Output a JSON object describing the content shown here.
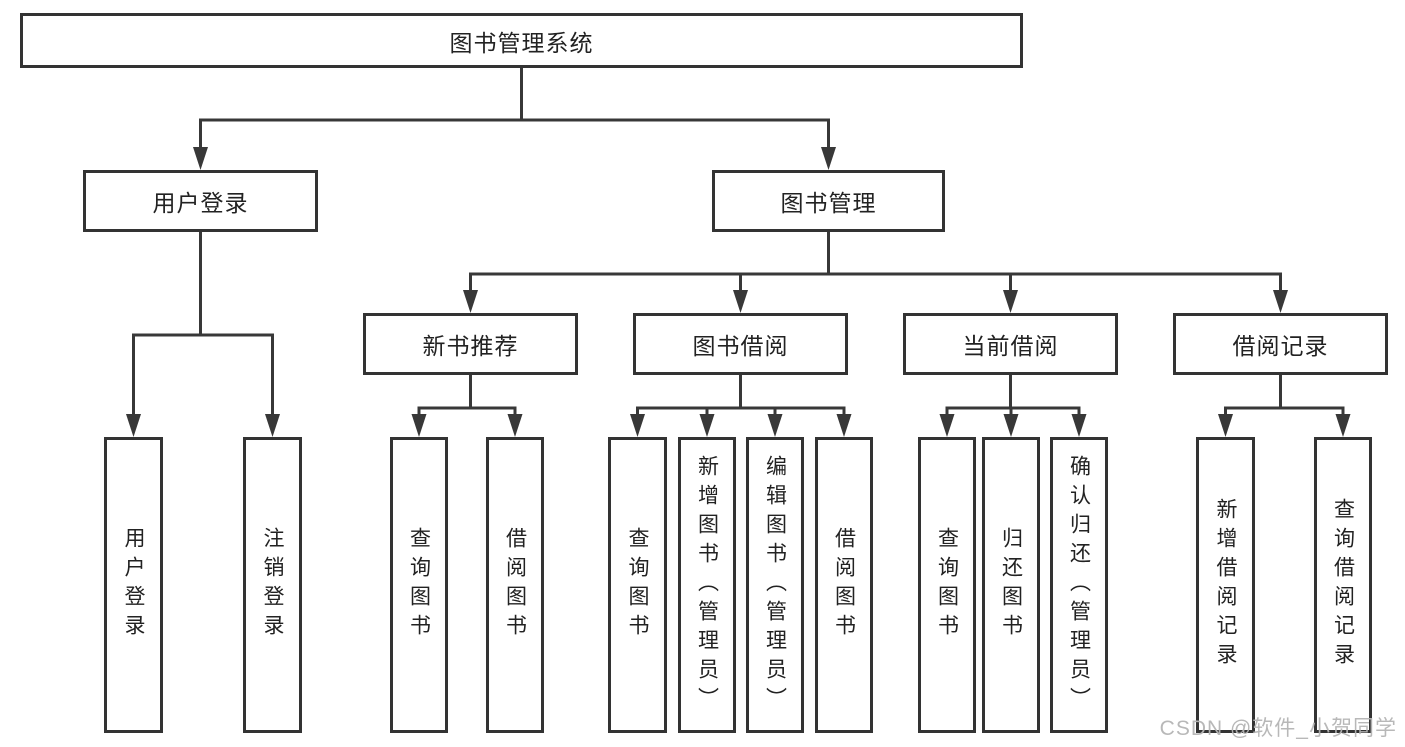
{
  "tree": {
    "label": "图书管理系统",
    "children": [
      {
        "label": "用户登录",
        "children": [
          {
            "label": "用户登录"
          },
          {
            "label": "注销登录"
          }
        ]
      },
      {
        "label": "图书管理",
        "children": [
          {
            "label": "新书推荐",
            "children": [
              {
                "label": "查询图书"
              },
              {
                "label": "借阅图书"
              }
            ]
          },
          {
            "label": "图书借阅",
            "children": [
              {
                "label": "查询图书"
              },
              {
                "label": "新增图书（管理员）"
              },
              {
                "label": "编辑图书（管理员）"
              },
              {
                "label": "借阅图书"
              }
            ]
          },
          {
            "label": "当前借阅",
            "children": [
              {
                "label": "查询图书"
              },
              {
                "label": "归还图书"
              },
              {
                "label": "确认归还（管理员）"
              }
            ]
          },
          {
            "label": "借阅记录",
            "children": [
              {
                "label": "新增借阅记录"
              },
              {
                "label": "查询借阅记录"
              }
            ]
          }
        ]
      }
    ]
  },
  "watermark": {
    "text": "CSDN @软件_小贺同学"
  },
  "colors": {
    "bg": "#ffffff",
    "line": "#383838",
    "border": "#333333",
    "text": "#222222",
    "watermark": "#b5b5b5"
  }
}
